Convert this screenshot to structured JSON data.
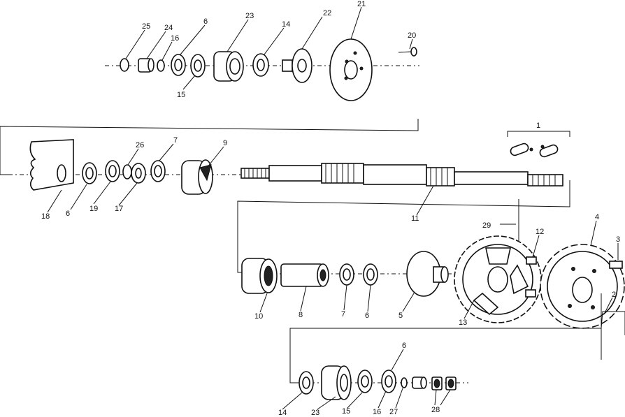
{
  "labels": [
    {
      "id": "l25a",
      "text": "25"
    },
    {
      "id": "l24a",
      "text": "24"
    },
    {
      "id": "l16a",
      "text": "16"
    },
    {
      "id": "l6a",
      "text": "6"
    },
    {
      "id": "l23a",
      "text": "23"
    },
    {
      "id": "l14a",
      "text": "14"
    },
    {
      "id": "l22",
      "text": "22"
    },
    {
      "id": "l21",
      "text": "21"
    },
    {
      "id": "l20",
      "text": "20"
    },
    {
      "id": "l15a",
      "text": "15"
    },
    {
      "id": "l1",
      "text": "1"
    },
    {
      "id": "l26",
      "text": "26"
    },
    {
      "id": "l7a",
      "text": "7"
    },
    {
      "id": "l9",
      "text": "9"
    },
    {
      "id": "l18",
      "text": "18"
    },
    {
      "id": "l6b",
      "text": "6"
    },
    {
      "id": "l19",
      "text": "19"
    },
    {
      "id": "l17",
      "text": "17"
    },
    {
      "id": "l11",
      "text": "11"
    },
    {
      "id": "l29",
      "text": "29"
    },
    {
      "id": "l12",
      "text": "12"
    },
    {
      "id": "l4",
      "text": "4"
    },
    {
      "id": "l3",
      "text": "3"
    },
    {
      "id": "l10",
      "text": "10"
    },
    {
      "id": "l8",
      "text": "8"
    },
    {
      "id": "l7b",
      "text": "7"
    },
    {
      "id": "l6c",
      "text": "6"
    },
    {
      "id": "l5",
      "text": "5"
    },
    {
      "id": "l13",
      "text": "13"
    },
    {
      "id": "l2",
      "text": "2"
    },
    {
      "id": "l6d",
      "text": "6"
    },
    {
      "id": "l14b",
      "text": "14"
    },
    {
      "id": "l23b",
      "text": "23"
    },
    {
      "id": "l15b",
      "text": "15"
    },
    {
      "id": "l16b",
      "text": "16"
    },
    {
      "id": "l27",
      "text": "27"
    },
    {
      "id": "l28",
      "text": "28"
    }
  ]
}
